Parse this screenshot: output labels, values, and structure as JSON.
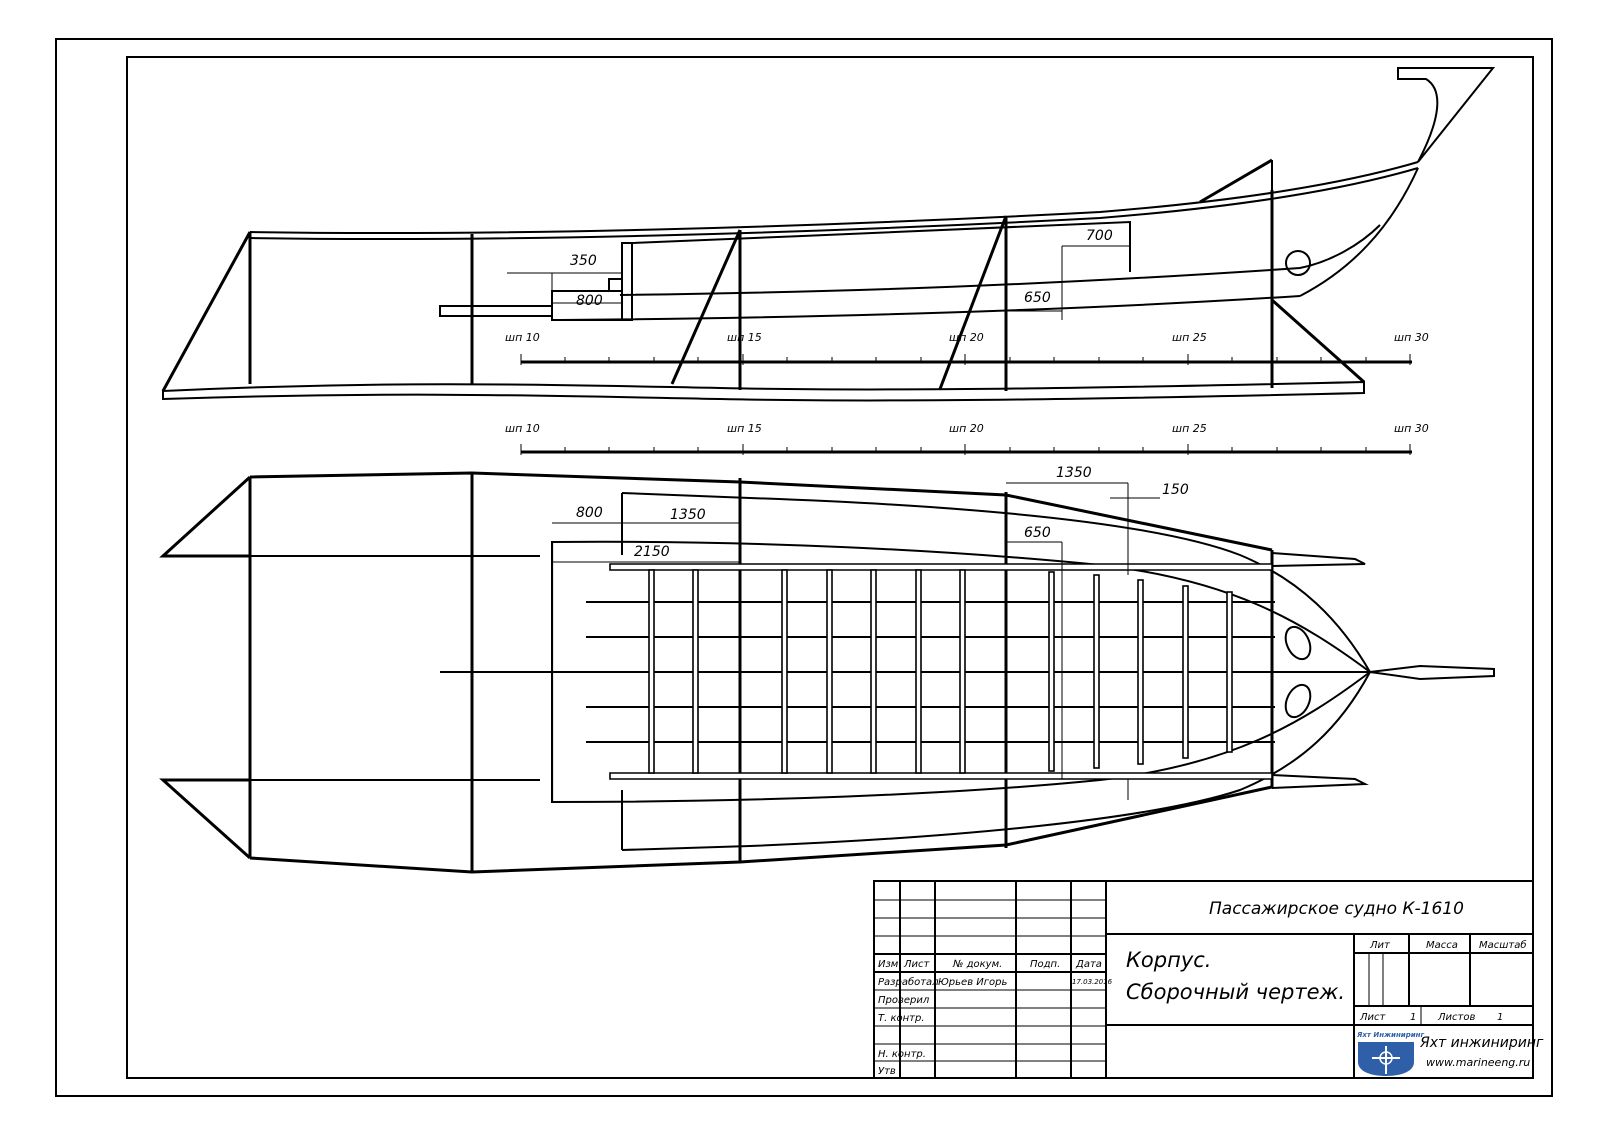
{
  "drawing": {
    "title": "Пассажирское судно К-1610",
    "subtitle_line1": "Корпус.",
    "subtitle_line2": "Сборочный чертеж.",
    "frames_side": [
      "шп 10",
      "шп 15",
      "шп 20",
      "шп 25",
      "шп 30"
    ],
    "frames_plan": [
      "шп 10",
      "шп 15",
      "шп 20",
      "шп 25",
      "шп 30"
    ],
    "dims_side": {
      "d350": "350",
      "d800": "800",
      "d700": "700",
      "d650": "650"
    },
    "dims_plan": {
      "d800": "800",
      "d1350a": "1350",
      "d2150": "2150",
      "d1350b": "1350",
      "d150": "150",
      "d650": "650"
    }
  },
  "title_block": {
    "col_izm": "Изм",
    "col_list": "Лист",
    "col_doc": "№ докум.",
    "col_sign": "Подп.",
    "col_date": "Дата",
    "row_dev": "Разработал",
    "dev_name": "Юрьев Игорь",
    "dev_date": "17.03.2016",
    "row_check": "Проверил",
    "row_tcontr": "Т. контр.",
    "row_ncontr": "Н. контр.",
    "row_utv": "Утв",
    "lit": "Лит",
    "massa": "Масса",
    "masshtab": "Масштаб",
    "list_label": "Лист",
    "list_value": "1",
    "listov_label": "Листов",
    "listov_value": "1",
    "logo_text": "Яхт Инжиниринг",
    "company": "Яхт инжиниринг",
    "website": "www.marineeng.ru"
  },
  "colors": {
    "logo": "#2f5fa8"
  }
}
